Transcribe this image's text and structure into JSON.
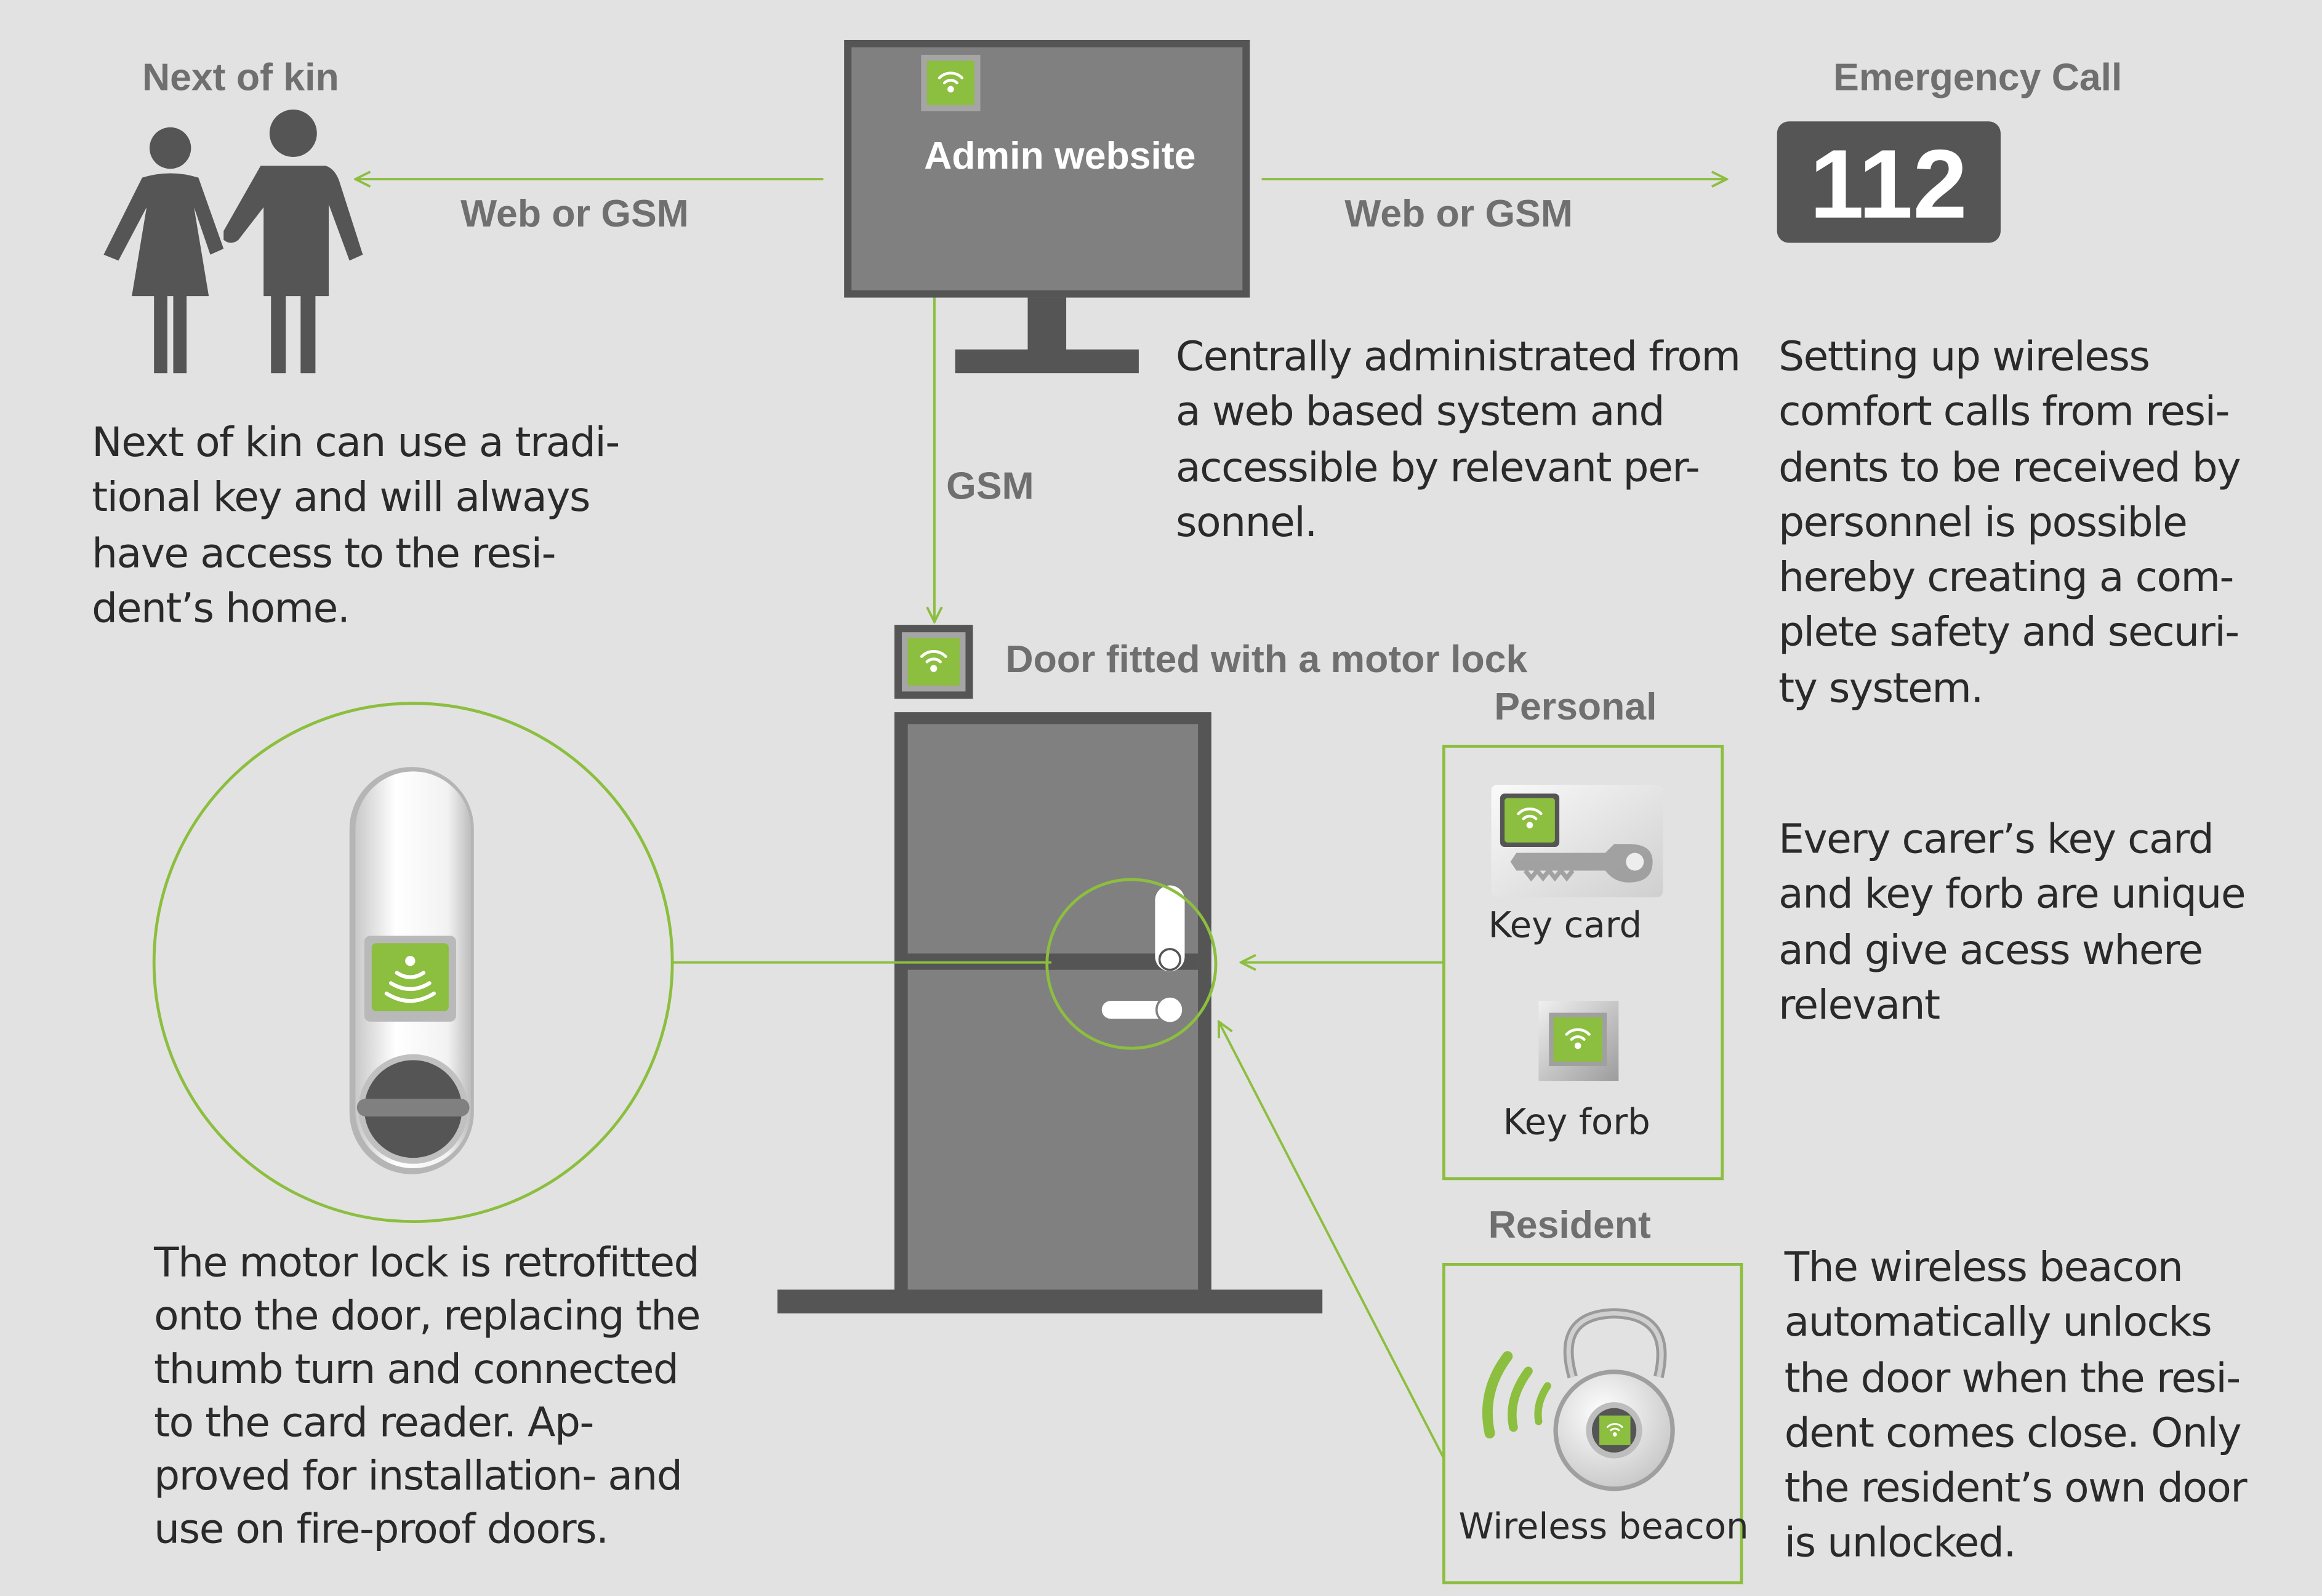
{
  "labels": {
    "next_of_kin": "Next of kin",
    "emergency_call": "Emergency Call",
    "emergency_number": "112",
    "admin_website": "Admin website",
    "web_or_gsm_left": "Web or GSM",
    "web_or_gsm_right": "Web or GSM",
    "gsm": "GSM",
    "door_fitted": "Door fitted with a motor lock",
    "personal": "Personal",
    "resident": "Resident",
    "key_card": "Key card",
    "key_forb": "Key forb",
    "wireless_beacon": "Wireless beacon"
  },
  "texts": {
    "next_of_kin_desc": "Next of kin can use a tradi-\ntional key and will always\nhave access to the resi-\ndent’s home.",
    "admin_desc": "Centrally administrated from\na web based system and\naccessible by relevant per-\nsonnel.",
    "emergency_desc": "Setting up wireless\ncomfort calls from resi-\ndents to be received by\npersonnel is possible\nhereby creating a com-\nplete safety and securi-\nty system.",
    "carer_desc": "Every carer’s key card\nand key forb are unique\nand give acess where\nrelevant",
    "motor_lock_desc": "The motor lock is retrofitted\nonto the door, replacing the\nthumb turn and connected\nto the card reader. Ap-\nproved for installation-  and\nuse on fire-proof doors.",
    "beacon_desc": "The wireless beacon\nautomatically unlocks\nthe door when the resi-\ndent comes close. Only\nthe resident’s own door\nis unlocked."
  },
  "icons": [
    "people-icon",
    "wifi-icon",
    "monitor-icon",
    "door-icon",
    "motor-lock-icon",
    "key-card-icon",
    "key-fob-icon",
    "wireless-beacon-icon"
  ],
  "colors": {
    "background": "#e2e2e2",
    "accent_green": "#8cbe3f",
    "dark_gray": "#555555",
    "mid_gray": "#808080",
    "text_gray": "#6f6f6f"
  }
}
